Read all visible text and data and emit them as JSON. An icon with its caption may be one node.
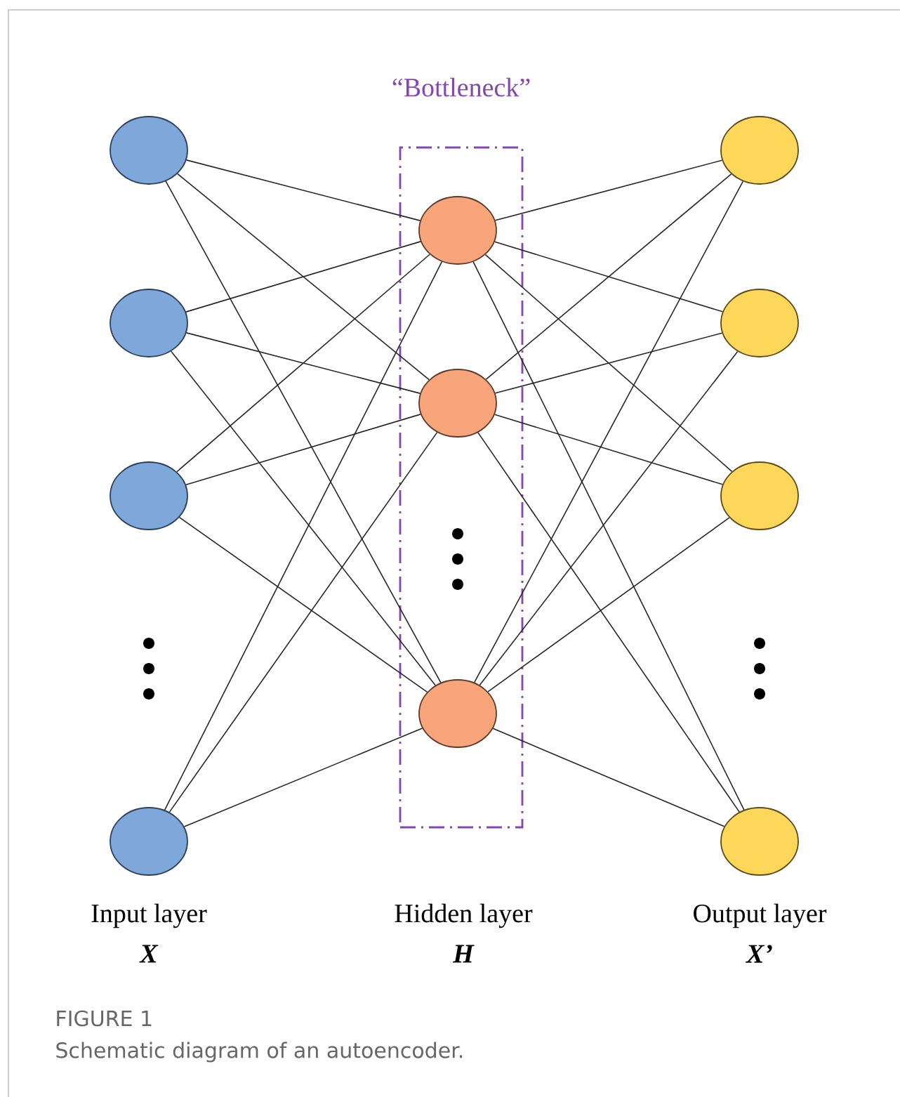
{
  "diagram": {
    "caption": "Schematic diagram of an autoencoder.",
    "nodes": [
      {
        "text": [],
        "shape": "circle"
      },
      {
        "text": [],
        "shape": "circle"
      },
      {
        "text": [],
        "shape": "circle"
      },
      {
        "text": [],
        "shape": "circle"
      },
      {
        "text": [
          "“Bottleneck”"
        ]
      },
      {
        "text": [],
        "shape": "circle",
        "in": 4
      },
      {
        "text": [],
        "shape": "circle",
        "in": 4
      },
      {
        "text": [],
        "shape": "circle",
        "in": 4
      },
      {
        "text": [],
        "shape": "circle"
      },
      {
        "text": [],
        "shape": "circle"
      },
      {
        "text": [],
        "shape": "circle"
      },
      {
        "text": [],
        "shape": "circle"
      }
    ],
    "edges": [
      {
        "from": 0,
        "to": 5,
        "arrow": "none"
      },
      {
        "from": 0,
        "to": 6,
        "arrow": "none"
      },
      {
        "from": 0,
        "to": 7,
        "arrow": "none"
      },
      {
        "from": 1,
        "to": 5,
        "arrow": "none"
      },
      {
        "from": 1,
        "to": 6,
        "arrow": "none"
      },
      {
        "from": 1,
        "to": 7,
        "arrow": "none"
      },
      {
        "from": 2,
        "to": 5,
        "arrow": "none"
      },
      {
        "from": 2,
        "to": 6,
        "arrow": "none"
      },
      {
        "from": 2,
        "to": 7,
        "arrow": "none"
      },
      {
        "from": 3,
        "to": 5,
        "arrow": "none"
      },
      {
        "from": 3,
        "to": 6,
        "arrow": "none"
      },
      {
        "from": 3,
        "to": 7,
        "arrow": "none"
      },
      {
        "from": 5,
        "to": 8,
        "arrow": "none"
      },
      {
        "from": 5,
        "to": 9,
        "arrow": "none"
      },
      {
        "from": 5,
        "to": 10,
        "arrow": "none"
      },
      {
        "from": 5,
        "to": 11,
        "arrow": "none"
      },
      {
        "from": 6,
        "to": 8,
        "arrow": "none"
      },
      {
        "from": 6,
        "to": 9,
        "arrow": "none"
      },
      {
        "from": 6,
        "to": 10,
        "arrow": "none"
      },
      {
        "from": 6,
        "to": 11,
        "arrow": "none"
      },
      {
        "from": 7,
        "to": 8,
        "arrow": "none"
      },
      {
        "from": 7,
        "to": 9,
        "arrow": "none"
      },
      {
        "from": 7,
        "to": 10,
        "arrow": "none"
      },
      {
        "from": 7,
        "to": 11,
        "arrow": "none"
      }
    ],
    "labels": [
      "Input layer",
      "Hidden layer",
      "Output layer",
      "X",
      "H",
      "X’",
      "FIGURE 1"
    ]
  }
}
